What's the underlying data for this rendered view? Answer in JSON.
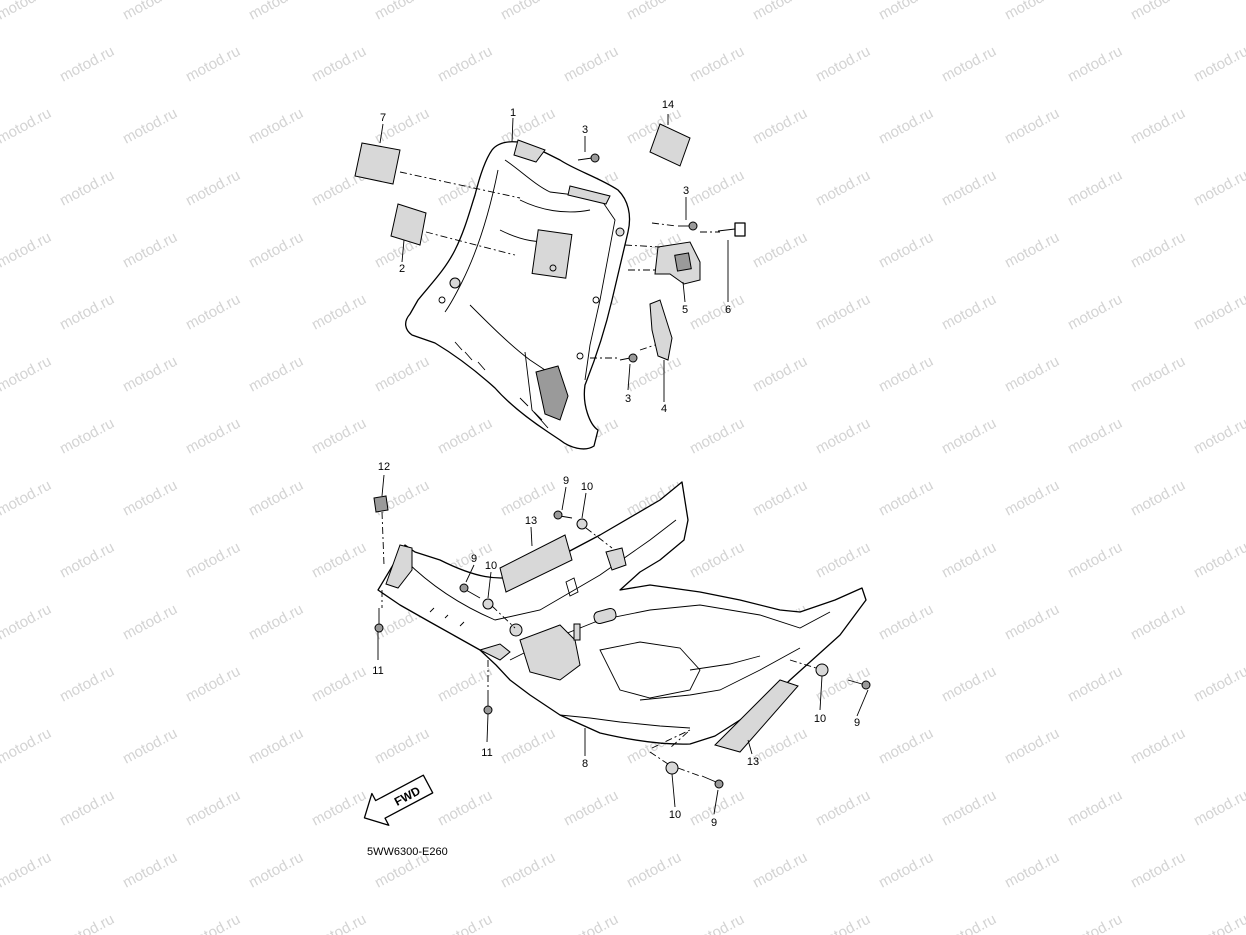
{
  "watermark": {
    "text": "motod.ru",
    "color": "#d3d3d3"
  },
  "diagram_code": "5WW6300-E260",
  "direction_badge": "FWD",
  "callouts": {
    "p1": "1",
    "p2": "2",
    "p3a": "3",
    "p3b": "3",
    "p3c": "3",
    "p4": "4",
    "p5": "5",
    "p6": "6",
    "p7": "7",
    "p8": "8",
    "p9a": "9",
    "p9b": "9",
    "p9c": "9",
    "p9d": "9",
    "p10a": "10",
    "p10b": "10",
    "p10c": "10",
    "p10d": "10",
    "p11a": "11",
    "p11b": "11",
    "p12": "12",
    "p13a": "13",
    "p13b": "13",
    "p14": "14"
  }
}
